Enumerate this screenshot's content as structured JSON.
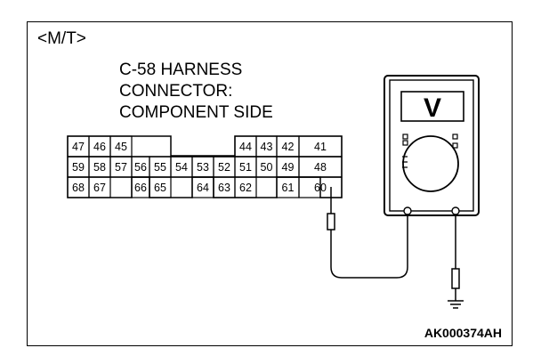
{
  "diagram": {
    "variant_label": "<M/T>",
    "title_lines": [
      "C-58 HARNESS",
      "CONNECTOR:",
      "COMPONENT SIDE"
    ],
    "figure_code": "AK000374AH",
    "connector": {
      "rows": [
        [
          "47",
          "46",
          "45",
          "",
          "",
          "",
          "",
          "",
          "44",
          "43",
          "42",
          "41"
        ],
        [
          "59",
          "58",
          "57",
          "56",
          "55",
          "54",
          "53",
          "52",
          "51",
          "50",
          "49",
          "48"
        ],
        [
          "68",
          "67",
          "",
          "66",
          "65",
          "",
          "64",
          "63",
          "62",
          "",
          "61",
          "60"
        ]
      ]
    },
    "meter": {
      "display_symbol": "V"
    }
  }
}
